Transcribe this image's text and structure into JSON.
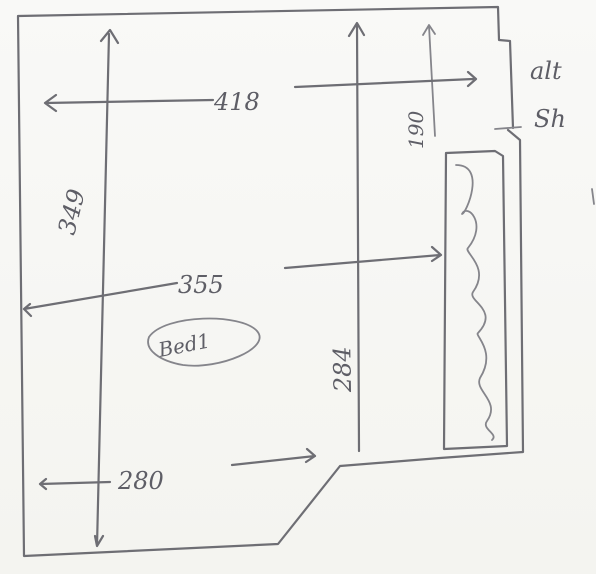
{
  "sketch": {
    "labels": {
      "top_width": "418",
      "middle_width": "355",
      "bottom_width": "280",
      "left_height": "349",
      "right_height": "284",
      "small_top_dim": "190",
      "room_name": "Bed1",
      "side_note_1": "alt",
      "side_note_2": "Sh"
    }
  },
  "colors": {
    "paper": "#f7f7f4",
    "ink": "#6e6e74"
  }
}
